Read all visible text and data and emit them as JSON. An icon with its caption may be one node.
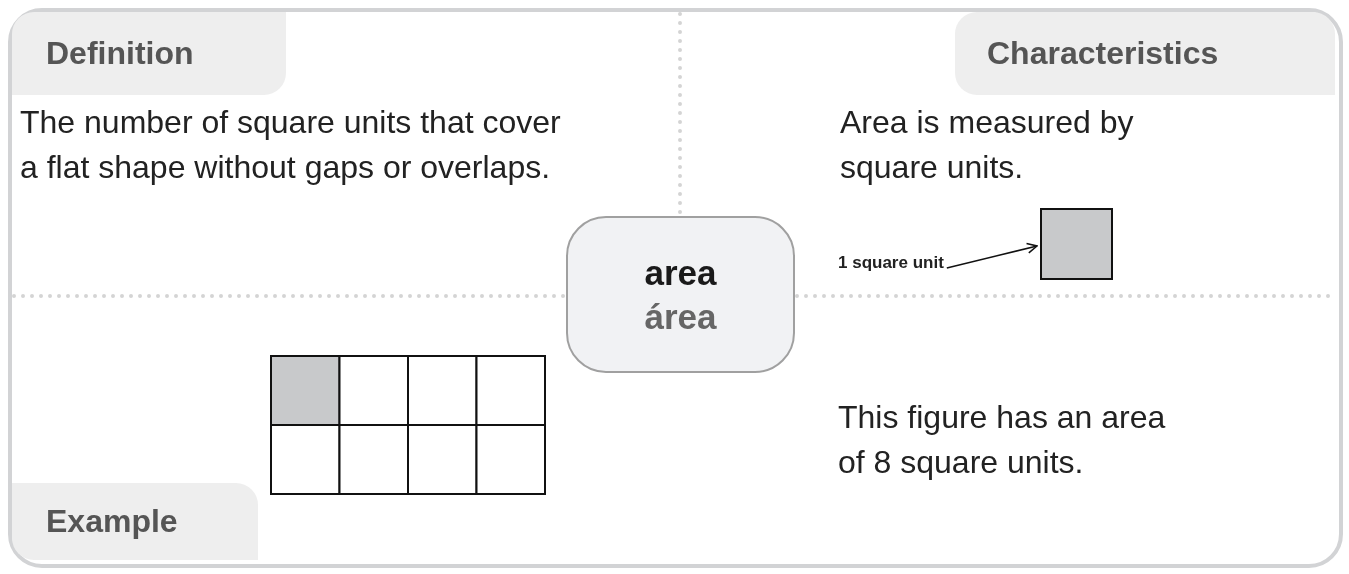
{
  "diagram": {
    "nodes": [
      {
        "text": [
          "Definition"
        ]
      },
      {
        "text": [
          "Characteristics"
        ]
      },
      {
        "text": [
          "Example"
        ]
      },
      {
        "text": [
          "area",
          "área"
        ]
      },
      {
        "text": [
          "1 square unit"
        ]
      },
      {
        "text": [],
        "shape": "box"
      }
    ],
    "edges": [
      {
        "from": 4,
        "to": 5,
        "arrow": "to"
      }
    ],
    "labels": [
      "The number of square units that cover a flat shape without gaps or overlaps.",
      "Area is measured by square units.",
      "This figure has an area of 8 square units."
    ]
  }
}
